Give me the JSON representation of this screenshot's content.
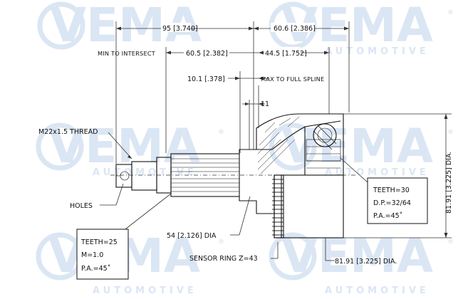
{
  "watermark": {
    "brand": "VEMA",
    "sub": "AUTOMOTIVE",
    "registered": "®",
    "color": "#dbe6f4"
  },
  "dimensions": {
    "overall_length": "95 [3.740]",
    "housing_length": "60.6 [2.386]",
    "min_to_intersect_label": "MIN TO INTERSECT",
    "min_to_intersect_value": "60.5 [2.382]",
    "spline_length": "44.5 [1.752]",
    "max_to_full_spline_value": "10.1 [.378]",
    "max_to_full_spline_label": "MAX TO FULL SPLINE",
    "eleven": "11",
    "shaft_dia": "54 [2.126] DIA",
    "housing_dia_right": "81.91 [3.225] DIA.",
    "housing_dia_bottom": "81.91 [3.225] DIA."
  },
  "callouts": {
    "thread": "M22x1.5 THREAD",
    "holes": "HOLES",
    "sensor_ring": "SENSOR RING Z=43"
  },
  "box_left": {
    "line1": "TEETH=25",
    "line2": "M=1.0",
    "line3": "P.A.=45˚"
  },
  "box_right": {
    "line1": "TEETH=30",
    "line2": "D.P.=32/64",
    "line3": "P.A.=45˚"
  },
  "colors": {
    "line": "#111111",
    "watermark": "#dbe6f4"
  }
}
